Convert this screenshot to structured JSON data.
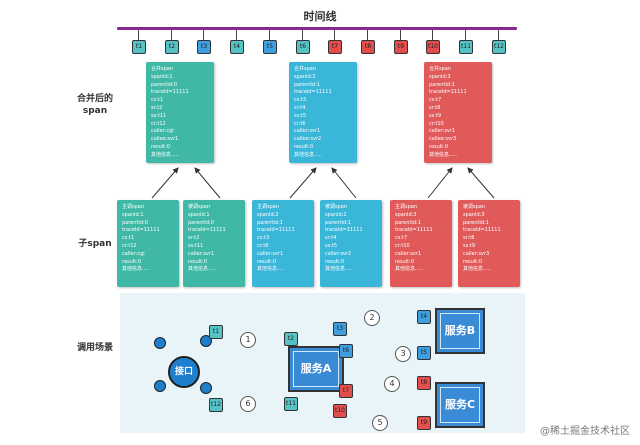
{
  "title": "时间线",
  "timeline_badges": [
    {
      "label": "t1",
      "color": "teal"
    },
    {
      "label": "t2",
      "color": "teal"
    },
    {
      "label": "t3",
      "color": "blue"
    },
    {
      "label": "t4",
      "color": "teal"
    },
    {
      "label": "t5",
      "color": "blue"
    },
    {
      "label": "t6",
      "color": "teal"
    },
    {
      "label": "t7",
      "color": "red"
    },
    {
      "label": "t8",
      "color": "red"
    },
    {
      "label": "t9",
      "color": "red"
    },
    {
      "label": "t10",
      "color": "red"
    },
    {
      "label": "t11",
      "color": "teal"
    },
    {
      "label": "t12",
      "color": "teal"
    }
  ],
  "labels": {
    "merged": "合并后的span",
    "child": "子span",
    "scenario": "调用场景"
  },
  "merged_cards": [
    {
      "color": "teal",
      "lines": [
        "合并span",
        "spanId:1",
        "parentId:0",
        "traceId=11111",
        "cs:t1",
        "sr:t2",
        "ss:t11",
        "cr:t12",
        "caller:cgi",
        "callee:svr1",
        "result:0",
        "其他信息....."
      ]
    },
    {
      "color": "blue",
      "lines": [
        "合并span",
        "spanId:2",
        "parentId:1",
        "traceId=11111",
        "cs:t3",
        "sr:t4",
        "ss:t5",
        "cr:t6",
        "caller:svr1",
        "callee:svr2",
        "result:0",
        "其他信息....."
      ]
    },
    {
      "color": "red",
      "lines": [
        "合并span",
        "spanId:3",
        "parentId:1",
        "traceId=11111",
        "cs:t7",
        "sr:t8",
        "ss:t9",
        "cr:t10",
        "caller:svr1",
        "callee:svr3",
        "result:0",
        "其他信息....."
      ]
    }
  ],
  "child_cards": [
    {
      "color": "teal",
      "lines": [
        "主调span",
        "spanId:1",
        "parentId:0",
        "traceId=11111",
        "cs:t1",
        "cr:t12",
        "caller:cgi",
        "result:0",
        "其他信息....."
      ]
    },
    {
      "color": "teal",
      "lines": [
        "被调span",
        "spanId:1",
        "parentId:0",
        "traceId=11111",
        "sr:t2",
        "ss:t11",
        "caller:svr1",
        "result:0",
        "其他信息....."
      ]
    },
    {
      "color": "blue",
      "lines": [
        "主调span",
        "spanId:2",
        "parentId:1",
        "traceId=11111",
        "cs:t3",
        "cr:t6",
        "caller:svr1",
        "result:0",
        "其他信息....."
      ]
    },
    {
      "color": "blue",
      "lines": [
        "被调span",
        "spanId:2",
        "parentId:1",
        "traceId=11111",
        "sr:t4",
        "ss:t5",
        "caller:svr2",
        "result:0",
        "其他信息....."
      ]
    },
    {
      "color": "red",
      "lines": [
        "主调span",
        "spanId:3",
        "parentId:1",
        "traceId=11111",
        "cs:t7",
        "cr:t10",
        "caller:svr1",
        "result:0",
        "其他信息....."
      ]
    },
    {
      "color": "red",
      "lines": [
        "被调span",
        "spanId:3",
        "parentId:1",
        "traceId=11111",
        "sr:t8",
        "ss:t9",
        "caller:svr3",
        "result:0",
        "其他信息....."
      ]
    }
  ],
  "scene": {
    "interface": "接口",
    "service_a": "服务A",
    "service_b": "服务B",
    "service_c": "服务C",
    "steps": [
      "1",
      "2",
      "3",
      "4",
      "5",
      "6"
    ],
    "badges": {
      "b_t1": "t1",
      "b_t12": "t12",
      "b_t2": "t2",
      "b_t11": "t11",
      "b_t3": "t3",
      "b_t6": "t6",
      "b_t4": "t4",
      "b_t5": "t5",
      "b_t7": "t7",
      "b_t10": "t10",
      "b_t8": "t8",
      "b_t9": "t9"
    }
  },
  "watermark": "@稀土掘金技术社区",
  "colors": {
    "teal": "#3fb8a6",
    "blue": "#3ab6d9",
    "red": "#e05a5a",
    "timeline": "#8a2b91",
    "scene_bg": "#e8f4f8",
    "service": "#3a8bd6"
  }
}
